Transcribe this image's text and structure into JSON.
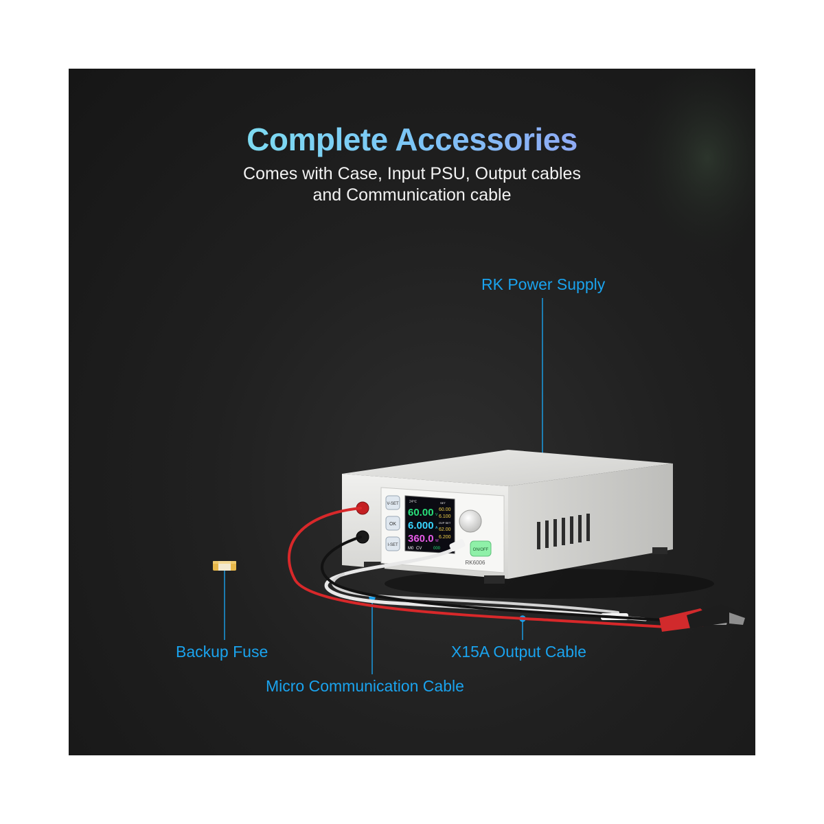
{
  "header": {
    "title": "Complete Accessories",
    "subtitle_line1": "Comes with Case, Input PSU, Output cables",
    "subtitle_line2": "and Communication cable"
  },
  "callouts": {
    "rk_power_supply": "RK Power Supply",
    "backup_fuse": "Backup Fuse",
    "x15a_output_cable": "X15A Output Cable",
    "micro_communication_cable": "Micro Communication Cable"
  },
  "device": {
    "buttons": {
      "v_set": "V-SET",
      "ok": "OK",
      "i_set": "I-SET",
      "on_off": "ON/OFF"
    },
    "model": "RK6006",
    "screen": {
      "temp": "24℃",
      "voltage": "60.00",
      "voltage_unit": "V",
      "current": "6.000",
      "current_unit": "A",
      "power": "360.0",
      "power_unit": "W",
      "set_tag": "SET",
      "set_voltage": "60.00",
      "set_current": "6.100",
      "ovp_tag": "OVP SET",
      "ovp_voltage": "62.00",
      "ocp_current": "6.200",
      "mode_m": "M0",
      "mode_cv": "CV",
      "energy": "000"
    }
  },
  "colors": {
    "accent_blue": "#1aa3ee",
    "title_start": "#7ff1ea",
    "title_end": "#a48cf2",
    "background": "#1c1c1c",
    "red_lead": "#d8282a"
  }
}
